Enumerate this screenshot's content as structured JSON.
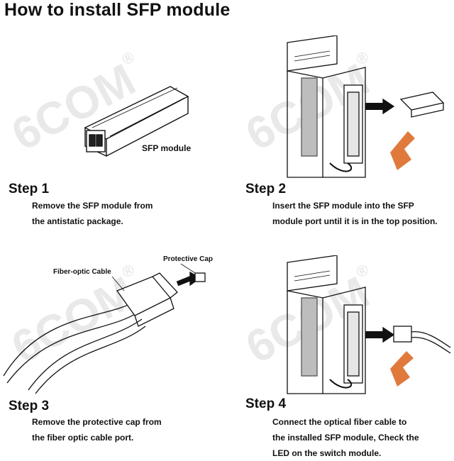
{
  "title": "How to install SFP module",
  "watermark": "6COM",
  "watermark_mark": "®",
  "labels": {
    "sfp_module": "SFP module",
    "fiber_optic_cable": "Fiber-optic Cable",
    "protective_cap": "Protective Cap"
  },
  "steps": [
    {
      "heading": "Step 1",
      "lines": [
        "Remove the SFP module from",
        "the antistatic package."
      ]
    },
    {
      "heading": "Step 2",
      "lines": [
        "Insert the SFP module into the SFP",
        "module port until it is in the top position."
      ]
    },
    {
      "heading": "Step 3",
      "lines": [
        "Remove the protective cap from",
        "the fiber optic cable port."
      ]
    },
    {
      "heading": "Step 4",
      "lines": [
        "Connect the optical fiber cable to",
        "the installed SFP module, Check the",
        "LED on the switch module."
      ]
    }
  ],
  "colors": {
    "accent": "#e07a3c",
    "ink": "#111111"
  }
}
